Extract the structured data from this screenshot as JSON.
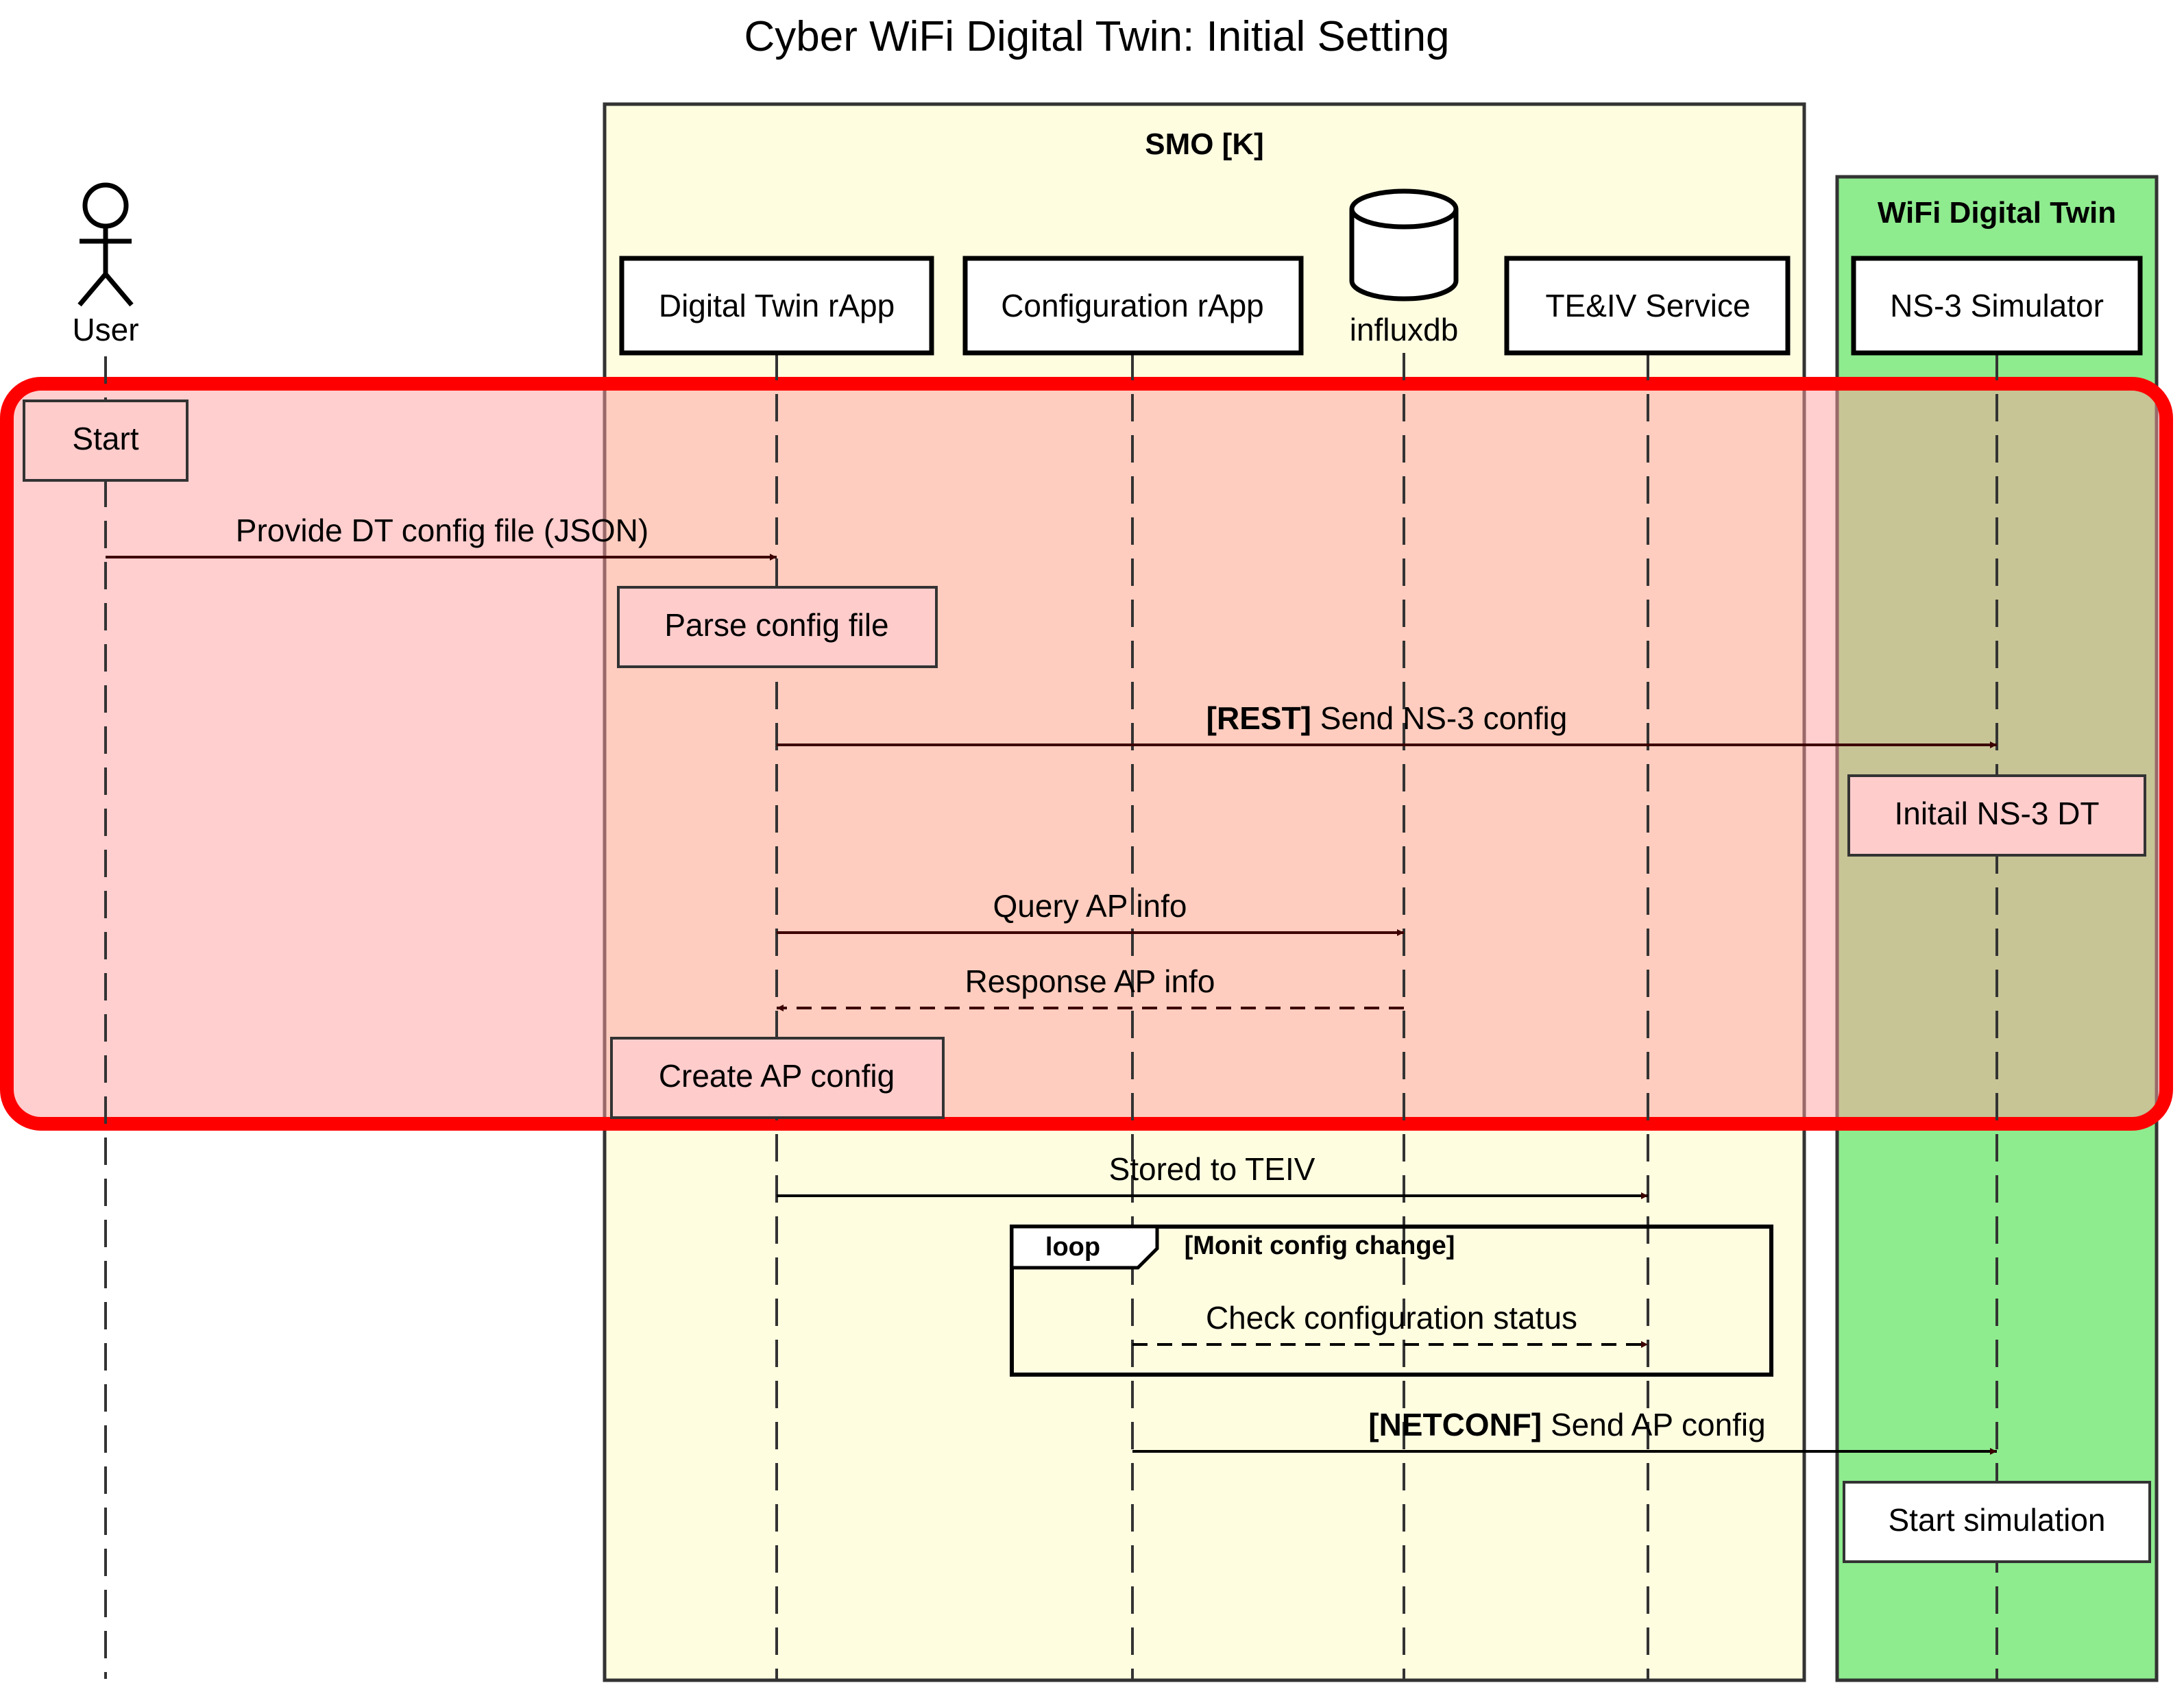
{
  "title": "Cyber WiFi Digital Twin: Initial Setting",
  "colors": {
    "smo_fill": "#FFFDE0",
    "twin_fill": "#8EEB8E",
    "highlight_fill": "#FF9E9E",
    "highlight_border": "#FF0000",
    "note_fill": "#FFCCCC",
    "arrow_color": "#3C0000"
  },
  "groups": {
    "smo": "SMO [K]",
    "twin": "WiFi Digital Twin"
  },
  "actors": {
    "user": "User",
    "dt_rapp": "Digital Twin rApp",
    "config_rapp": "Configuration rApp",
    "influxdb": "influxdb",
    "teiv": "TE&IV Service",
    "ns3": "NS-3 Simulator"
  },
  "icons": {
    "user": "stick-figure-icon",
    "influxdb": "database-cylinder-icon"
  },
  "notes": {
    "start": "Start",
    "parse": "Parse config file",
    "init_ns3": "Initail NS-3 DT",
    "create_ap": "Create AP config",
    "start_sim": "Start simulation"
  },
  "messages": {
    "provide_dt": "Provide DT config file (JSON)",
    "rest_tag": "[REST]",
    "send_ns3": " Send NS-3 config",
    "query_ap": "Query AP info",
    "response_ap": "Response AP info",
    "stored_teiv": "Stored to TEIV",
    "check_status": "Check configuration status",
    "netconf_tag": "[NETCONF]",
    "send_ap": " Send AP config"
  },
  "loop": {
    "keyword": "loop",
    "condition": "[Monit config change]"
  }
}
